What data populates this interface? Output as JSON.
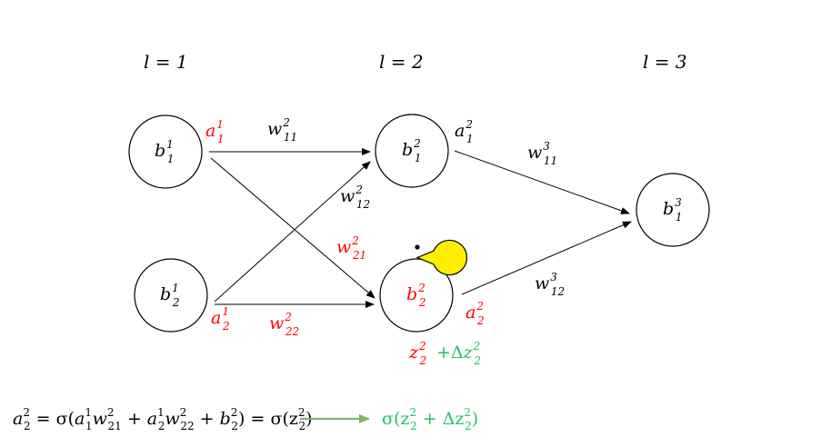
{
  "colors": {
    "black": "#000000",
    "red": "#ff0000",
    "green": "#1fc46a",
    "arrow_green": "#7fb36a",
    "pacman": "#ffee00"
  },
  "layers": [
    {
      "id": "l1",
      "text": "l = 1"
    },
    {
      "id": "l2",
      "text": "l = 2"
    },
    {
      "id": "l3",
      "text": "l = 3"
    }
  ],
  "nodes": [
    {
      "id": "b1_1",
      "base": "b",
      "sup": "1",
      "sub": "1",
      "color": "black"
    },
    {
      "id": "b2_1",
      "base": "b",
      "sup": "1",
      "sub": "2",
      "color": "black"
    },
    {
      "id": "b1_2",
      "base": "b",
      "sup": "2",
      "sub": "1",
      "color": "black"
    },
    {
      "id": "b2_2",
      "base": "b",
      "sup": "2",
      "sub": "2",
      "color": "red"
    },
    {
      "id": "b1_3",
      "base": "b",
      "sup": "3",
      "sub": "1",
      "color": "black"
    }
  ],
  "edge_labels": [
    {
      "id": "w2_11",
      "base": "w",
      "sup": "2",
      "sub": "11",
      "color": "black"
    },
    {
      "id": "w2_12",
      "base": "w",
      "sup": "2",
      "sub": "12",
      "color": "black"
    },
    {
      "id": "w2_21",
      "base": "w",
      "sup": "2",
      "sub": "21",
      "color": "red"
    },
    {
      "id": "w2_22",
      "base": "w",
      "sup": "2",
      "sub": "22",
      "color": "red"
    },
    {
      "id": "w3_11",
      "base": "w",
      "sup": "3",
      "sub": "11",
      "color": "black"
    },
    {
      "id": "w3_12",
      "base": "w",
      "sup": "3",
      "sub": "12",
      "color": "black"
    }
  ],
  "activations": [
    {
      "id": "a1_1",
      "base": "a",
      "sup": "1",
      "sub": "1",
      "color": "red"
    },
    {
      "id": "a1_2",
      "base": "a",
      "sup": "1",
      "sub": "2",
      "color": "red"
    },
    {
      "id": "a2_1",
      "base": "a",
      "sup": "2",
      "sub": "1",
      "color": "black"
    },
    {
      "id": "a2_2",
      "base": "a",
      "sup": "2",
      "sub": "2",
      "color": "red"
    }
  ],
  "perturbation": {
    "z": {
      "base": "z",
      "sup": "2",
      "sub": "2"
    },
    "plus_delta": {
      "prefix": "+Δ",
      "base": "z",
      "sup": "2",
      "sub": "2"
    }
  },
  "formula": {
    "lhs_a": "a",
    "lhs_sup": "2",
    "lhs_sub": "2",
    "eq": " = σ(",
    "t1_a": "a",
    "t1_asup": "1",
    "t1_asub": "1",
    "t1_w": "w",
    "t1_wsup": "2",
    "t1_wsub": "21",
    "plus1": " + ",
    "t2_a": "a",
    "t2_asup": "1",
    "t2_asub": "2",
    "t2_w": "w",
    "t2_wsup": "2",
    "t2_wsub": "22",
    "plus2": " + ",
    "t3_b": "b",
    "t3_bsup": "2",
    "t3_bsub": "2",
    "close": ") = ",
    "struck": "σ(z",
    "struck_sup": "2",
    "struck_sub": "2",
    "struck_close": ")",
    "new_open": "σ(z",
    "new_sup": "2",
    "new_sub": "2",
    "new_plus": " + Δz",
    "new_dsup": "2",
    "new_dsub": "2",
    "new_close": ")"
  }
}
